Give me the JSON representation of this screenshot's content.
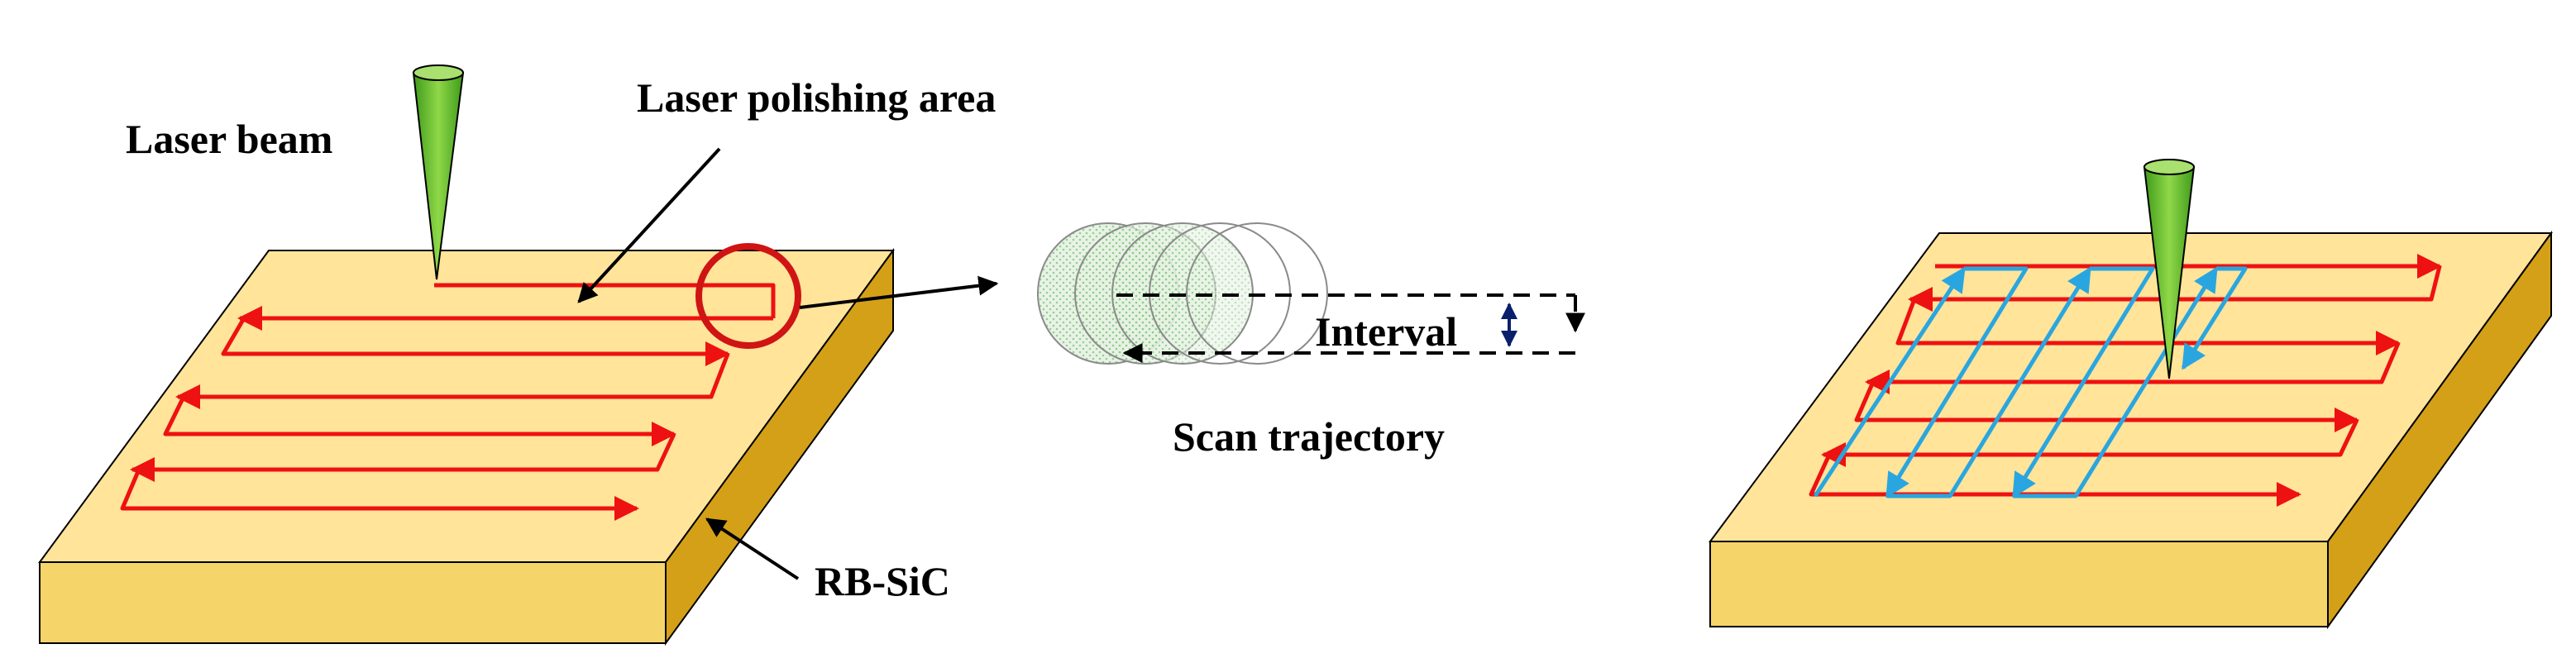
{
  "labels": {
    "laser_beam": "Laser beam",
    "laser_polishing_area": "Laser polishing area",
    "interval": "Interval",
    "scan_trajectory": "Scan trajectory",
    "material": "RB-SiC"
  },
  "colors": {
    "sample_top": "#FFE49A",
    "sample_front": "#F5D46A",
    "sample_side": "#D4A017",
    "beam": "#6BBF2A",
    "scan_path_primary": "#EE1111",
    "scan_path_cross": "#29A6E0",
    "spot_fill": "#CDE6C8",
    "interval_arrow": "#0A1F6B"
  },
  "icons": {
    "beam": "laser-beam-cone-icon",
    "magnify": "red-circle-magnify-icon"
  }
}
